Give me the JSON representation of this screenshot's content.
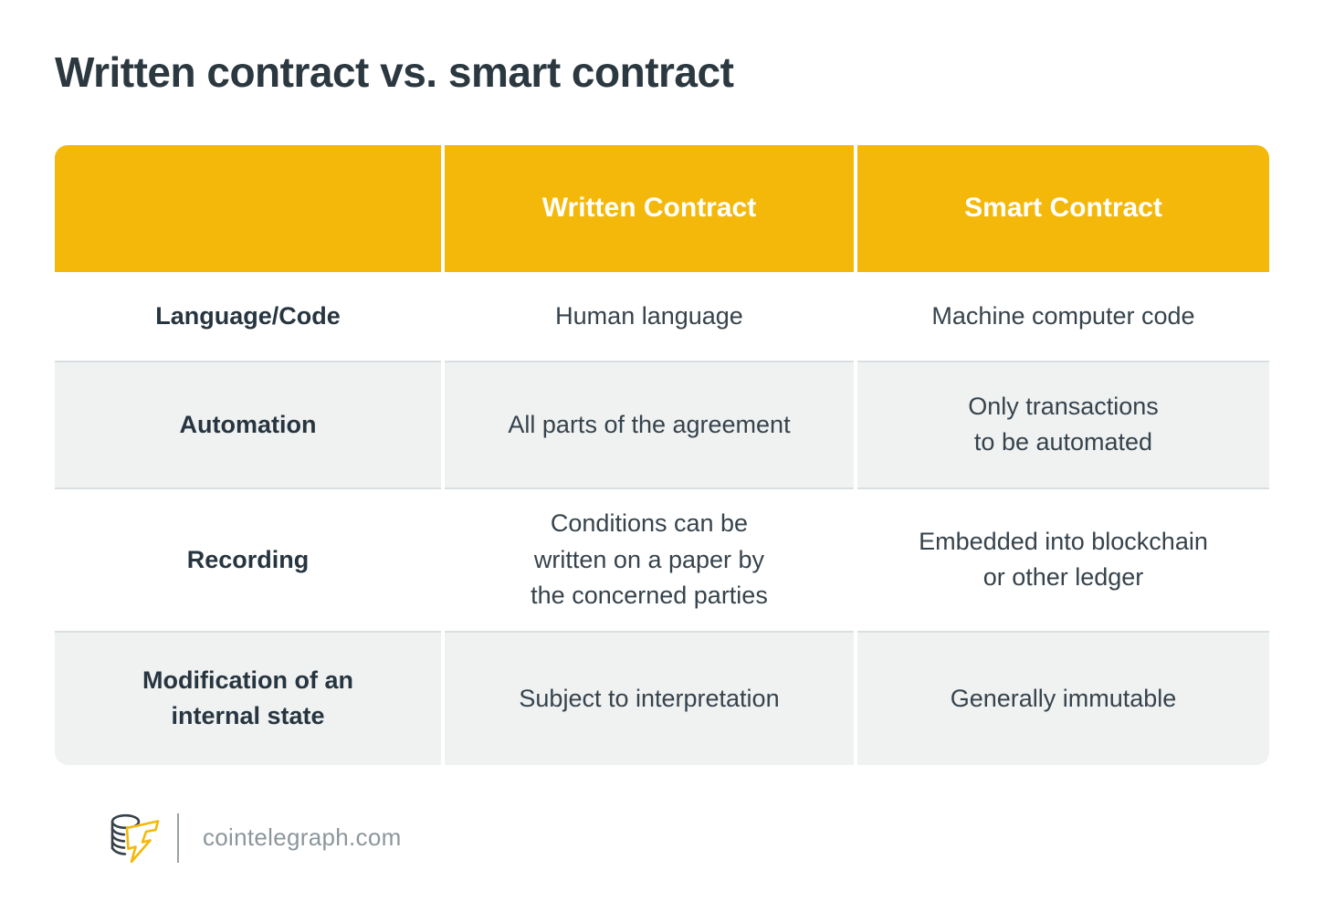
{
  "title": "Written contract vs. smart contract",
  "table": {
    "header": [
      "",
      "Written Contract",
      "Smart Contract"
    ],
    "rows": [
      {
        "label": "Language/Code",
        "written": "Human language",
        "smart": "Machine computer code"
      },
      {
        "label": "Automation",
        "written": "All parts of the agreement",
        "smart": "Only transactions\nto be automated"
      },
      {
        "label": "Recording",
        "written": "Conditions can be\nwritten on a paper by\nthe concerned parties",
        "smart": "Embedded into blockchain\nor other ledger"
      },
      {
        "label": "Modification of an\ninternal state",
        "written": "Subject to interpretation",
        "smart": "Generally immutable"
      }
    ]
  },
  "footer": {
    "site": "cointelegraph.com",
    "logo": "cointelegraph-coin-stack-with-lightning-t"
  },
  "colors": {
    "brand_yellow": "#f4b80b",
    "header_text": "#ffffff",
    "title_text": "#2b3840",
    "body_text": "#36434c",
    "alt_row_bg": "#f0f2f2",
    "row_border": "#d9dfe1",
    "footer_text": "#8d969b"
  }
}
